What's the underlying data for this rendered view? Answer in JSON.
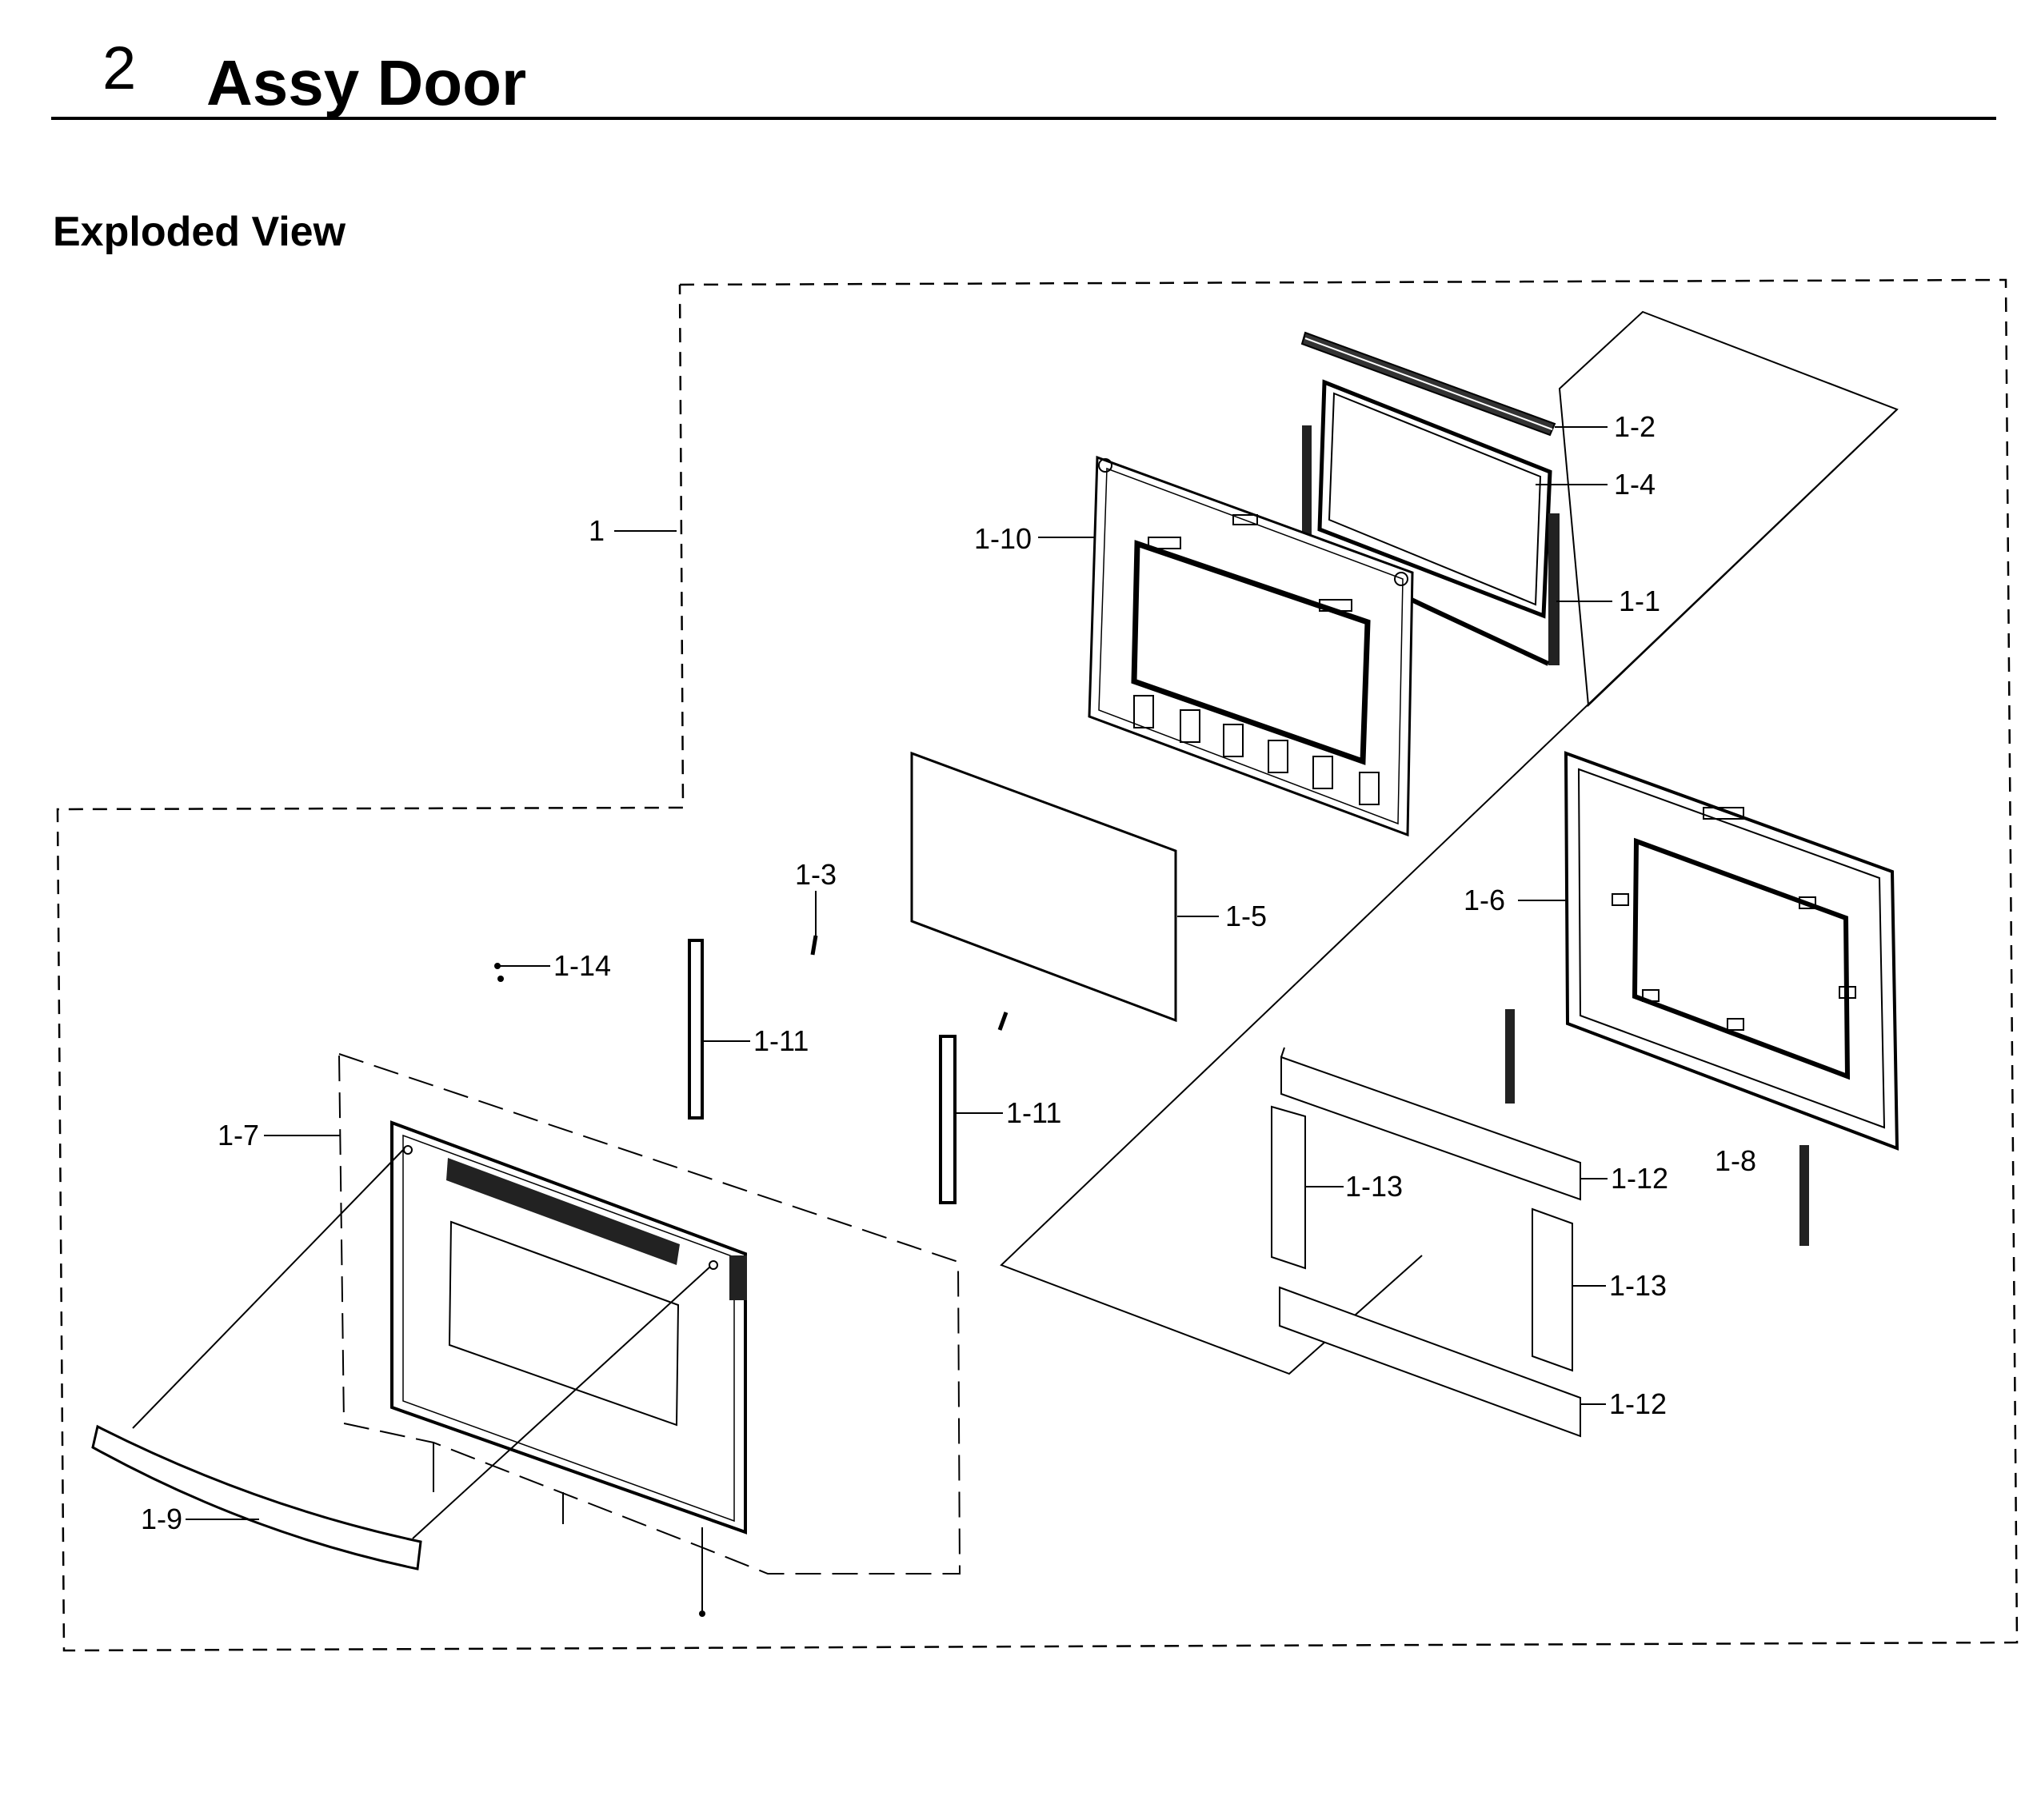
{
  "header": {
    "section_number": "2",
    "section_title": "Assy Door"
  },
  "subtitle": "Exploded View",
  "labels": {
    "l1": "1",
    "l1_1": "1-1",
    "l1_2": "1-2",
    "l1_3": "1-3",
    "l1_4": "1-4",
    "l1_5": "1-5",
    "l1_6": "1-6",
    "l1_7": "1-7",
    "l1_8": "1-8",
    "l1_9": "1-9",
    "l1_10": "1-10",
    "l1_11a": "1-11",
    "l1_11b": "1-11",
    "l1_12a": "1-12",
    "l1_12b": "1-12",
    "l1_13a": "1-13",
    "l1_13b": "1-13",
    "l1_14": "1-14"
  }
}
